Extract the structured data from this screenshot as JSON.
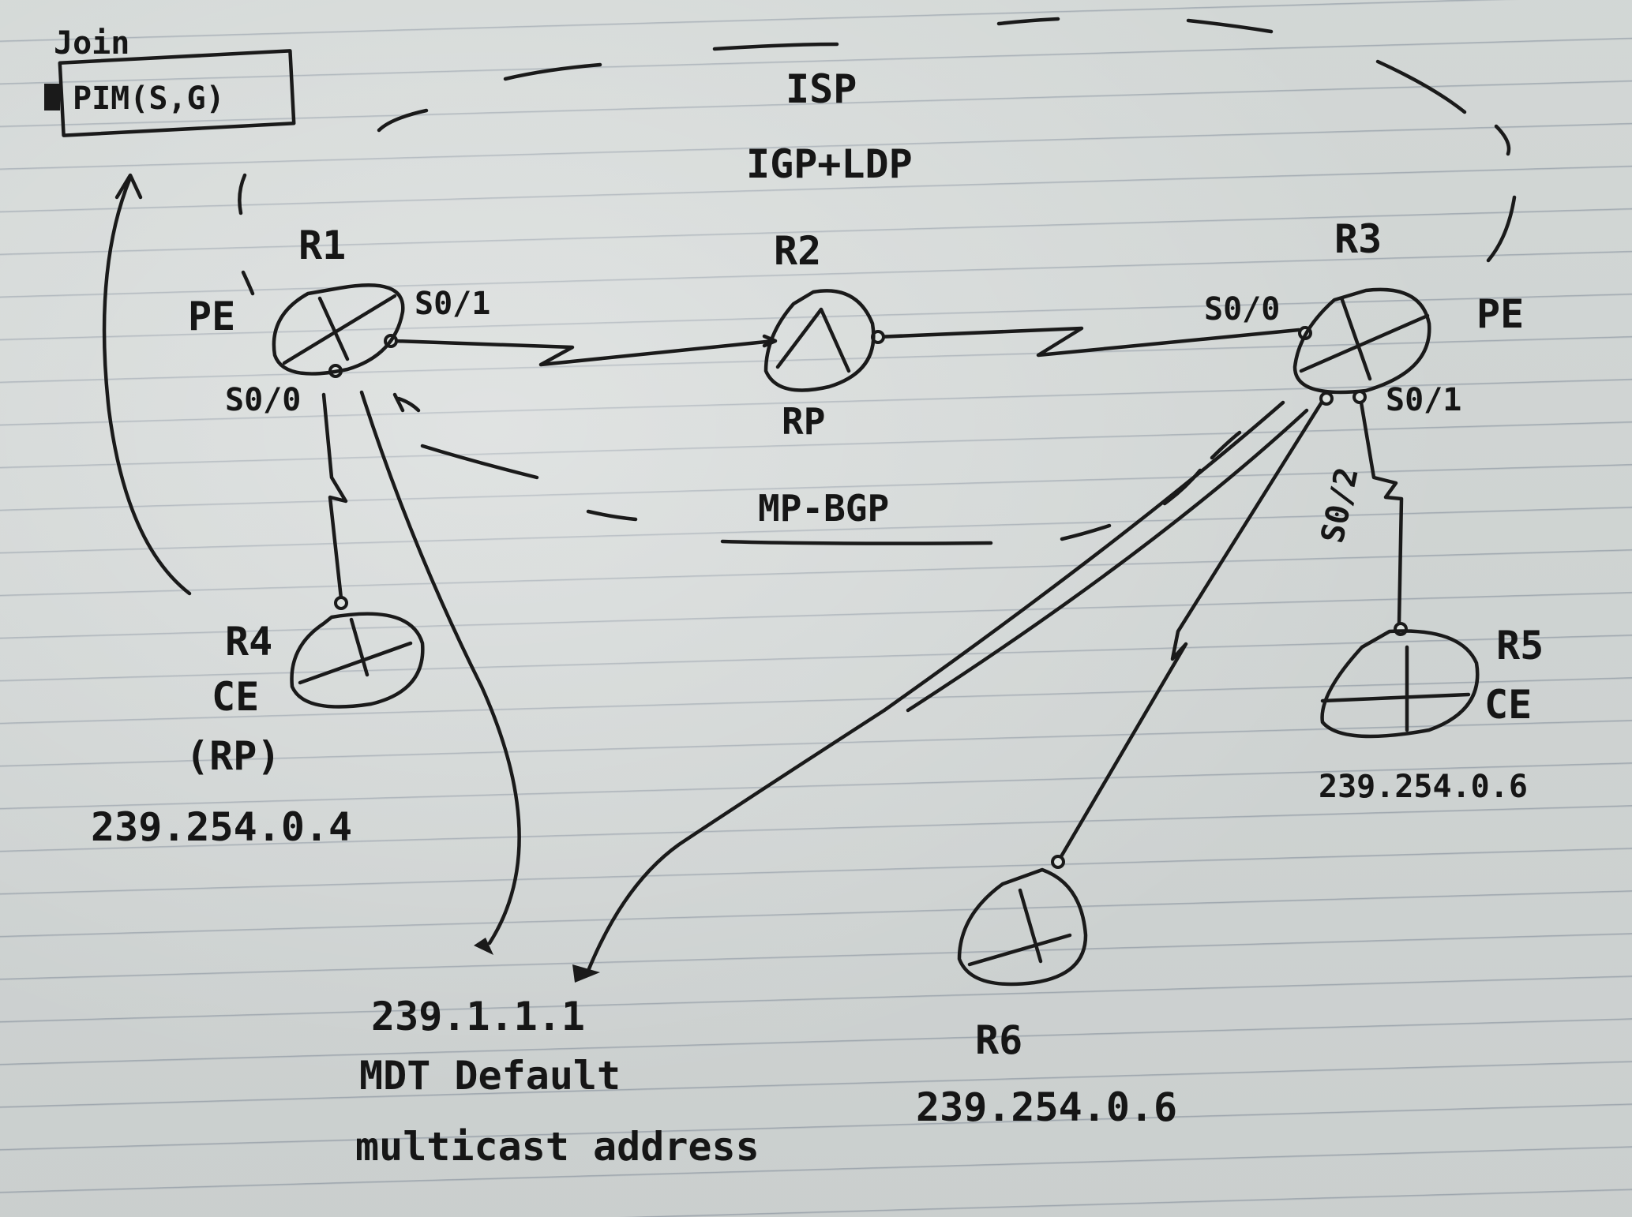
{
  "join_box": {
    "caption": "Join",
    "text": "PIM(S,G)"
  },
  "isp_cloud": {
    "title": "ISP",
    "subtitle": "IGP+LDP"
  },
  "mp_bgp_label": "MP-BGP",
  "routers": {
    "r1": {
      "name": "R1",
      "role": "PE",
      "intf_up": "S0/1",
      "intf_down": "S0/0"
    },
    "r2": {
      "name": "R2",
      "role": "RP"
    },
    "r3": {
      "name": "R3",
      "role": "PE",
      "intf_left": "S0/0",
      "intf_right": "S0/1",
      "intf_down": "S0/2"
    },
    "r4": {
      "name": "R4",
      "role": "CE",
      "role2": "(RP)",
      "address": "239.254.0.4"
    },
    "r5": {
      "name": "R5",
      "role": "CE",
      "address": "239.254.0.6"
    },
    "r6": {
      "name": "R6",
      "address": "239.254.0.6"
    }
  },
  "mdt": {
    "address": "239.1.1.1",
    "line1": "MDT Default",
    "line2": "multicast address"
  }
}
